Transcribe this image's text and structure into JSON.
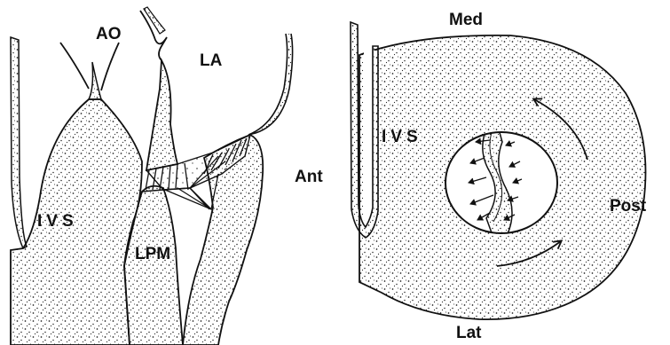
{
  "figure": {
    "left_panel": {
      "labels": {
        "aorta": "AO",
        "left_atrium": "LA",
        "septum": "IVS",
        "papillary_muscle": "LPM"
      }
    },
    "right_panel": {
      "labels": {
        "medial": "Med",
        "anterior": "Ant",
        "posterior": "Post",
        "lateral": "Lat",
        "septum": "IVS"
      }
    }
  },
  "colors": {
    "ink": "#111111",
    "background": "#ffffff"
  }
}
